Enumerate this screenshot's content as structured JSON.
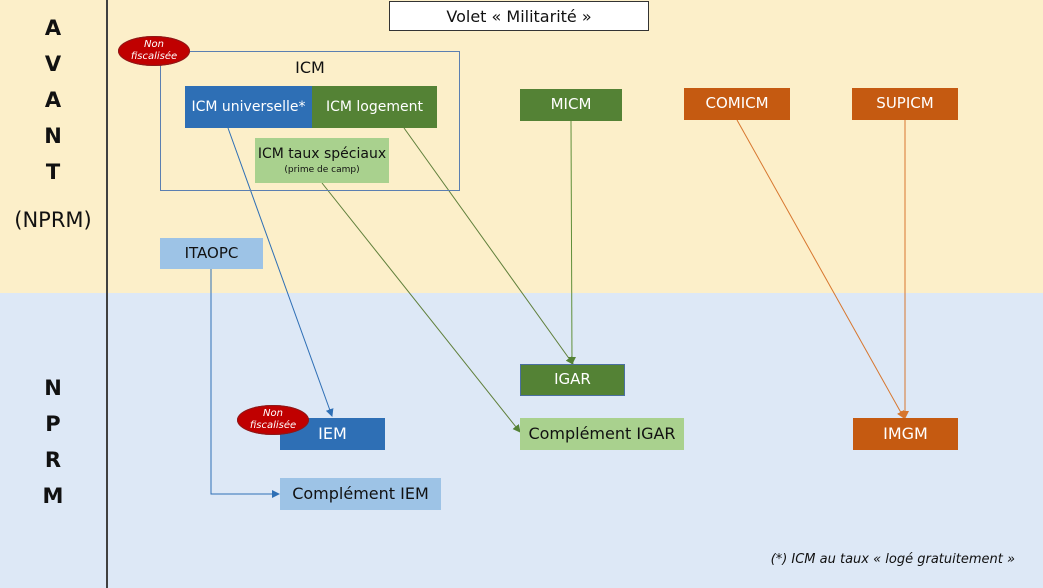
{
  "title": "Volet « Militarité »",
  "left_labels": {
    "avant_letters": [
      "A",
      "V",
      "A",
      "N",
      "T"
    ],
    "avant_suffix": "(NPRM)",
    "nprm_letters": [
      "N",
      "P",
      "R",
      "M"
    ]
  },
  "colors": {
    "band_avant": "#fcefc9",
    "band_nprm": "#dde8f6",
    "dark_blue": "#2e6fb5",
    "dark_green": "#548235",
    "light_green": "#a9d18e",
    "orange": "#c55a11",
    "light_blue": "#9dc3e6",
    "badge_red": "#c00000"
  },
  "icm_group": {
    "label": "ICM",
    "badge": [
      "Non",
      "fiscalisée"
    ]
  },
  "nodes": {
    "icm_universelle": "ICM universelle*",
    "icm_logement": "ICM logement",
    "icm_taux_speciaux": "ICM taux spéciaux",
    "icm_taux_speciaux_sub": "(prime de camp)",
    "micm": "MICM",
    "comicm": "COMICM",
    "supicm": "SUPICM",
    "itaopc": "ITAOPC",
    "igar": "IGAR",
    "complement_igar": "Complément IGAR",
    "iem": "IEM",
    "iem_badge": [
      "Non",
      "fiscalisée"
    ],
    "complement_iem": "Complément IEM",
    "imgm": "IMGM"
  },
  "edges": [
    {
      "from": "icm_universelle",
      "to": "iem",
      "color": "dark_blue"
    },
    {
      "from": "icm_logement",
      "to": "igar",
      "color": "dark_green"
    },
    {
      "from": "icm_taux_speciaux",
      "to": "complement_igar",
      "color": "dark_green"
    },
    {
      "from": "micm",
      "to": "igar",
      "color": "dark_green"
    },
    {
      "from": "comicm",
      "to": "imgm",
      "color": "orange"
    },
    {
      "from": "supicm",
      "to": "imgm",
      "color": "orange"
    },
    {
      "from": "itaopc",
      "to": "complement_iem",
      "color": "dark_blue"
    }
  ],
  "footnote": "(*) ICM au taux « logé gratuitement »"
}
